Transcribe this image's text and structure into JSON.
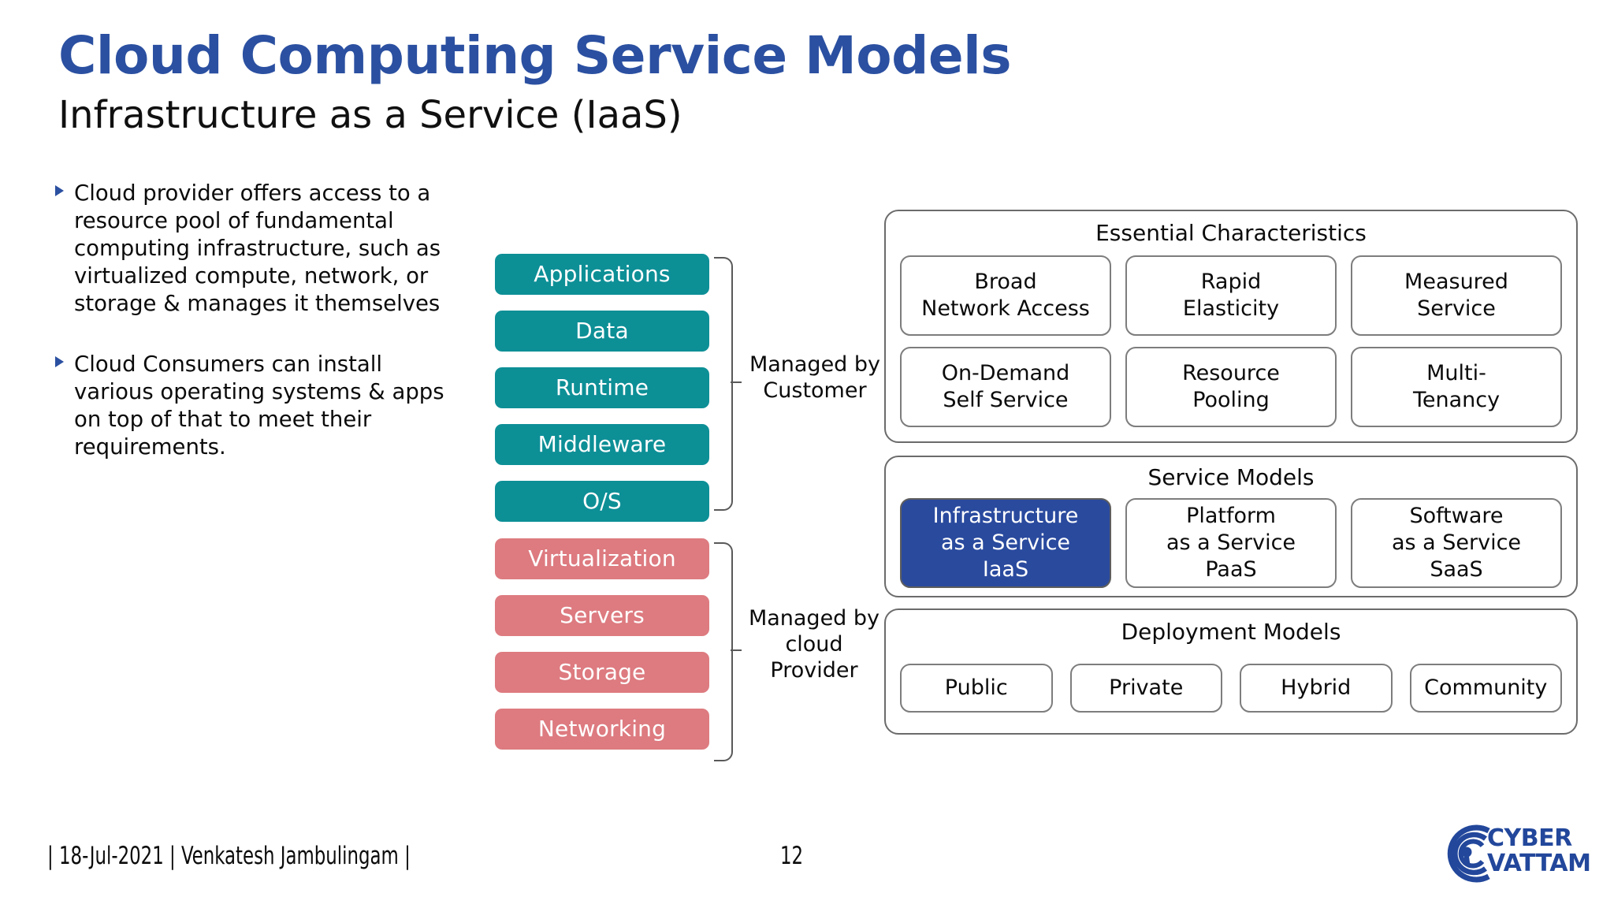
{
  "slide": {
    "title": "Cloud Computing Service Models",
    "subtitle": "Infrastructure as a Service (IaaS)",
    "title_color": "#2b50a1"
  },
  "bullets": [
    {
      "text": "Cloud provider offers access to a resource pool of fundamental computing infrastructure, such as virtualized compute, network, or storage & manages it themselves"
    },
    {
      "text": "Cloud Consumers can install various operating systems & apps on top of that to meet their requirements."
    }
  ],
  "stack": {
    "customer_layers": [
      {
        "label": "Applications",
        "color": "#0d8f96"
      },
      {
        "label": "Data",
        "color": "#0d8f96"
      },
      {
        "label": "Runtime",
        "color": "#0d8f96"
      },
      {
        "label": "Middleware",
        "color": "#0d8f96"
      },
      {
        "label": "O/S",
        "color": "#0d8f96"
      }
    ],
    "provider_layers": [
      {
        "label": "Virtualization",
        "color": "#dd7b80"
      },
      {
        "label": "Servers",
        "color": "#dd7b80"
      },
      {
        "label": "Storage",
        "color": "#dd7b80"
      },
      {
        "label": "Networking",
        "color": "#dd7b80"
      }
    ],
    "customer_bracket_label": "Managed\nby\nCustomer",
    "customer_bracket_lines": [
      "Managed",
      "by",
      "Customer"
    ],
    "provider_bracket_label": "Managed\nby cloud\nProvider",
    "provider_bracket_lines": [
      "Managed",
      "by cloud",
      "Provider"
    ]
  },
  "nist": {
    "essential": {
      "title": "Essential Characteristics",
      "row1": [
        {
          "lines": [
            "Broad",
            "Network Access"
          ]
        },
        {
          "lines": [
            "Rapid",
            "Elasticity"
          ]
        },
        {
          "lines": [
            "Measured",
            "Service"
          ]
        }
      ],
      "row2": [
        {
          "lines": [
            "On-Demand",
            "Self Service"
          ]
        },
        {
          "lines": [
            "Resource",
            "Pooling"
          ]
        },
        {
          "lines": [
            "Multi-",
            "Tenancy"
          ]
        }
      ]
    },
    "service_models": {
      "title": "Service Models",
      "items": [
        {
          "lines": [
            "Infrastructure",
            "as a Service",
            "IaaS"
          ],
          "highlight": true,
          "highlight_color": "#2a4a9e"
        },
        {
          "lines": [
            "Platform",
            "as a Service",
            "PaaS"
          ],
          "highlight": false
        },
        {
          "lines": [
            "Software",
            "as a Service",
            "SaaS"
          ],
          "highlight": false
        }
      ]
    },
    "deployment_models": {
      "title": "Deployment Models",
      "items": [
        {
          "lines": [
            "Public"
          ]
        },
        {
          "lines": [
            "Private"
          ]
        },
        {
          "lines": [
            "Hybrid"
          ]
        },
        {
          "lines": [
            "Community"
          ]
        }
      ]
    }
  },
  "footer": {
    "credit": "| 18-Jul-2021 | Venkatesh Jambulingam |",
    "page_number": "12"
  },
  "logo": {
    "line1": "CYBER",
    "line2": "VATTAM",
    "color": "#22479b"
  }
}
